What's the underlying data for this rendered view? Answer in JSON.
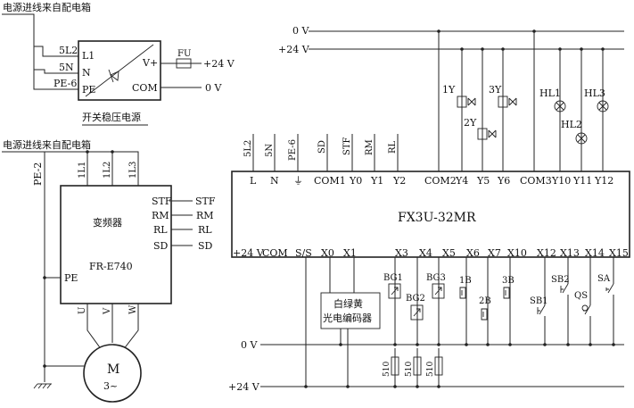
{
  "power_supply": {
    "source_label": "电源进线来自配电箱",
    "wires": [
      "5L2",
      "5N",
      "PE-6"
    ],
    "terminals_left": [
      "L1",
      "N",
      "PE"
    ],
    "terminals_right": [
      "V+",
      "COM"
    ],
    "fuse": "FU",
    "out_v24": "+24 V",
    "out_v0": "0 V",
    "caption": "开关稳压电源"
  },
  "inverter": {
    "source_label": "电源进线来自配电箱",
    "wire_pe": "PE-2",
    "inputs": [
      "1L1",
      "1L2",
      "1L3"
    ],
    "name": "变频器",
    "model": "FR-E740",
    "pe": "PE",
    "io_terms": [
      "STF",
      "RM",
      "RL",
      "SD"
    ],
    "io_wires": [
      "STF",
      "RM",
      "RL",
      "SD"
    ],
    "outputs": [
      "U",
      "V",
      "W"
    ]
  },
  "motor": {
    "name": "M",
    "phase": "3~"
  },
  "rails": {
    "v0": "0 V",
    "v24": "+24 V"
  },
  "plc": {
    "model": "FX3U-32MR",
    "top_wires": [
      "5L2",
      "5N",
      "PE-6",
      "SD",
      "STF",
      "RM",
      "RL"
    ],
    "top_terms": [
      "L",
      "N",
      "⏚",
      "COM1",
      "Y0",
      "Y1",
      "Y2",
      "COM2",
      "Y4",
      "Y5",
      "Y6",
      "COM3",
      "Y10",
      "Y11",
      "Y12"
    ],
    "bottom_terms": [
      "+24 V",
      "COM",
      "S/S",
      "X0",
      "X1",
      "X3",
      "X4",
      "X5",
      "X6",
      "X7",
      "X10",
      "X12",
      "X13",
      "X14",
      "X15"
    ]
  },
  "outputs": {
    "valves": [
      "1Y",
      "2Y",
      "3Y"
    ],
    "lamps": [
      "HL1",
      "HL2",
      "HL3"
    ]
  },
  "inputs": {
    "encoder": [
      "白绿黄",
      "光电编码器"
    ],
    "sensors": [
      "BG1",
      "BG2",
      "BG3",
      "1B",
      "2B",
      "3B"
    ],
    "buttons": [
      "SB1",
      "SB2",
      "QS",
      "SA"
    ],
    "resistors": [
      "510",
      "510",
      "510"
    ],
    "rail_v0": "0 V",
    "rail_v24": "+24 V"
  }
}
